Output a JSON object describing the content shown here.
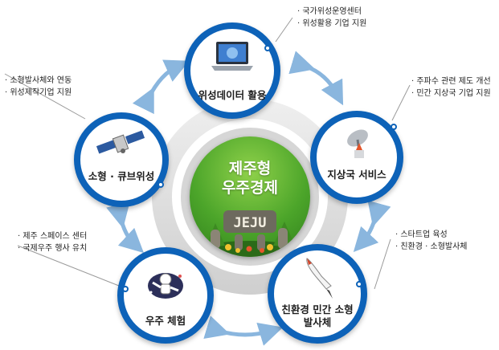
{
  "center": {
    "title_line1": "제주형",
    "title_line2": "우주경제",
    "badge": "JEJU"
  },
  "nodes": {
    "top": {
      "label": "위성데이터 활용",
      "icon": "satellite-data-laptop-icon"
    },
    "right": {
      "label": "지상국 서비스",
      "icon": "ground-station-dish-icon"
    },
    "bottom_right": {
      "label_line1": "친환경 민간 소형",
      "label_line2": "발사체",
      "icon": "rocket-icon"
    },
    "bottom_left": {
      "label": "우주 체험",
      "icon": "astronaut-icon"
    },
    "left": {
      "label": "소형 · 큐브위성",
      "icon": "satellite-icon"
    }
  },
  "notes": {
    "top": [
      "국가위성운영센터",
      "위성활용 기업 지원"
    ],
    "right": [
      "주파수 관련 제도 개선",
      "민간 지상국 기업 지원"
    ],
    "bottom_right": [
      "스타트업 육성",
      "친환경 · 소형발사체"
    ],
    "bottom_left": [
      "제주 스페이스 센터",
      "국제우주 행사 유치"
    ],
    "left": [
      "소형발사체와 연동",
      "위성제작기업 지원"
    ]
  },
  "colors": {
    "node_border": "#0d62b8",
    "connector_arrow": "#8ab6de",
    "center_green": "#4ca52a",
    "ring_gray": "#d9d9d9"
  }
}
